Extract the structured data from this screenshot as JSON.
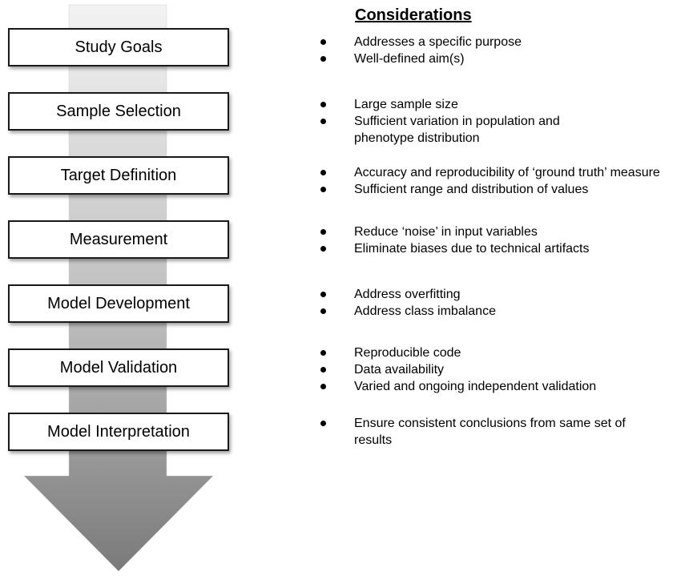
{
  "colors": {
    "arrow_light": "#f2f2f2",
    "arrow_dark": "#7d7d7d",
    "box_border": "#1a1a1a",
    "box_fill": "#ffffff",
    "text": "#000000"
  },
  "steps": [
    {
      "label": "Study Goals"
    },
    {
      "label": "Sample Selection"
    },
    {
      "label": "Target Definition"
    },
    {
      "label": "Measurement"
    },
    {
      "label": "Model Development"
    },
    {
      "label": "Model Validation"
    },
    {
      "label": "Model Interpretation"
    }
  ],
  "considerations": {
    "heading": "Considerations",
    "groups": [
      {
        "items": [
          "Addresses a specific purpose",
          "Well-defined aim(s)"
        ]
      },
      {
        "items": [
          "Large sample size",
          "Sufficient variation in population and phenotype distribution"
        ]
      },
      {
        "items": [
          "Accuracy and reproducibility of ‘ground truth’ measure",
          "Sufficient range and distribution of values"
        ]
      },
      {
        "items": [
          "Reduce ‘noise’ in input variables",
          "Eliminate biases due to technical artifacts"
        ]
      },
      {
        "items": [
          "Address overfitting",
          "Address class imbalance"
        ]
      },
      {
        "items": [
          "Reproducible code",
          "Data availability",
          "Varied and ongoing independent validation"
        ]
      },
      {
        "items": [
          "Ensure consistent conclusions from same set of results"
        ]
      }
    ]
  }
}
